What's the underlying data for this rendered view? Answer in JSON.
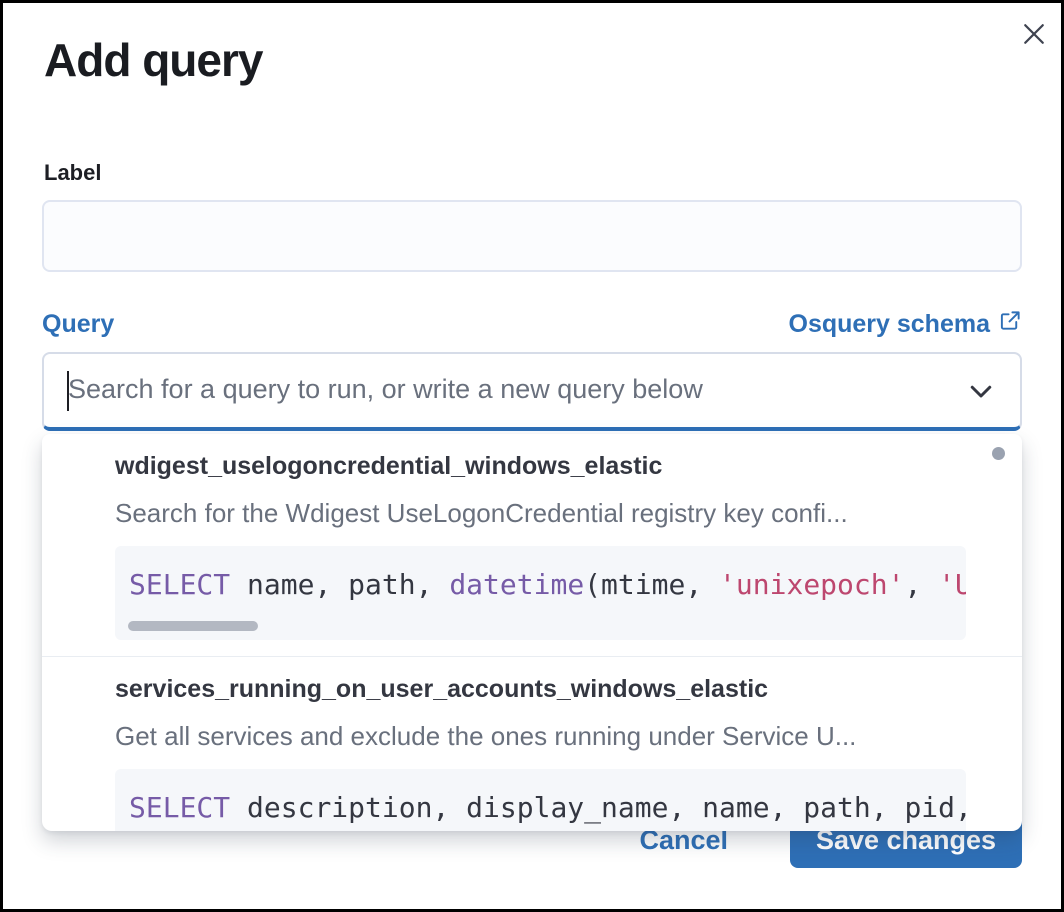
{
  "modal": {
    "title": "Add query",
    "label_field": {
      "label": "Label",
      "value": "",
      "placeholder": ""
    },
    "query_field": {
      "label": "Query",
      "schema_link_label": "Osquery schema",
      "search_value": "",
      "search_placeholder": "Search for a query to run, or write a new query below"
    },
    "dropdown": {
      "options": [
        {
          "title": "wdigest_uselogoncredential_windows_elastic",
          "description": "Search for the Wdigest UseLogonCredential registry key confi...",
          "sql": [
            {
              "type": "keyword",
              "text": "SELECT"
            },
            {
              "type": "plain",
              "text": " name, path, "
            },
            {
              "type": "keyword",
              "text": "datetime"
            },
            {
              "type": "plain",
              "text": "(mtime, "
            },
            {
              "type": "string",
              "text": "'unixepoch'"
            },
            {
              "type": "plain",
              "text": ", "
            },
            {
              "type": "string",
              "text": "'U"
            }
          ]
        },
        {
          "title": "services_running_on_user_accounts_windows_elastic",
          "description": "Get all services and exclude the ones running under Service U...",
          "sql": [
            {
              "type": "keyword",
              "text": "SELECT"
            },
            {
              "type": "plain",
              "text": " description, display_name, name, path, pid,"
            }
          ]
        }
      ]
    },
    "footer": {
      "cancel_label": "Cancel",
      "save_label": "Save changes"
    },
    "icons": {
      "close": "close-x",
      "external_link": "popout-arrow",
      "chevron": "chevron-down"
    },
    "colors": {
      "primary_blue": "#2e6fb6",
      "title_text": "#1a1c21",
      "body_text": "#343741",
      "muted_text": "#69707d",
      "code_background": "#f5f7fa",
      "code_keyword": "#765ba7",
      "code_string": "#bd476f",
      "divider": "#e9edf2"
    }
  }
}
